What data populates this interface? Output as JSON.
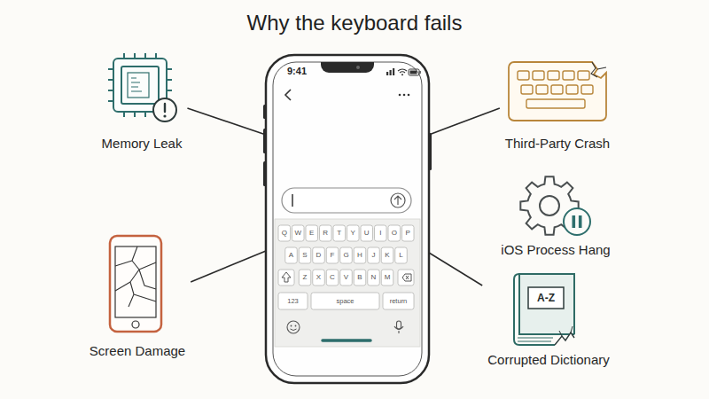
{
  "diagram": {
    "title": "Why the keyboard fails",
    "nodes": [
      {
        "text": [
          "9:41"
        ]
      },
      {
        "text": [
          "Memory Leak"
        ]
      },
      {
        "text": [
          "Third-Party Crash"
        ]
      },
      {
        "text": [
          "iOS Process Hang"
        ]
      },
      {
        "text": [
          "Screen Damage"
        ]
      },
      {
        "text": [
          "Corrupted Dictionary"
        ]
      }
    ],
    "edges": [
      {
        "from": 0,
        "to": 1,
        "arrow": "none"
      },
      {
        "from": 0,
        "to": 2,
        "arrow": "none"
      },
      {
        "from": 0,
        "to": 4,
        "arrow": "none"
      },
      {
        "from": 0,
        "to": 5,
        "arrow": "none"
      }
    ],
    "labels": [
      "Q",
      "W",
      "E",
      "R",
      "T",
      "Y",
      "U",
      "I",
      "O",
      "P",
      "A",
      "S",
      "D",
      "F",
      "G",
      "H",
      "J",
      "K",
      "L",
      "Z",
      "X",
      "C",
      "V",
      "B",
      "N",
      "M",
      "123",
      "space",
      "return",
      "A-Z"
    ]
  }
}
